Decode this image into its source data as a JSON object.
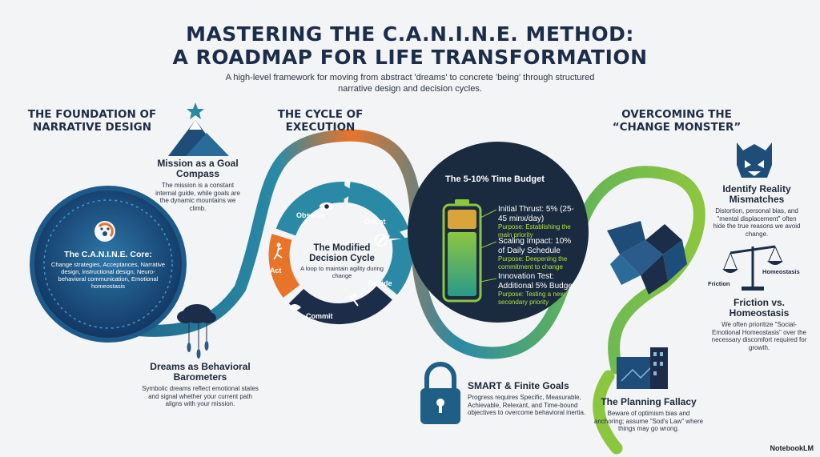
{
  "title": {
    "line1": "MASTERING THE C.A.N.I.N.E. METHOD:",
    "line2": "A ROADMAP FOR LIFE TRANSFORMATION"
  },
  "subtitle": "A high-level framework for moving from abstract 'dreams' to concrete 'being' through structured narrative design and decision cycles.",
  "sections": {
    "foundation": "THE FOUNDATION OF NARRATIVE DESIGN",
    "cycle": "THE CYCLE OF EXECUTION",
    "overcoming": "OVERCOMING THE “CHANGE MONSTER”"
  },
  "foundation": {
    "compass": {
      "title": "Mission as a Goal Compass",
      "text": "The mission is a constant internal guide, while goals are the dynamic mountains we climb."
    },
    "core": {
      "title": "The C.A.N.I.N.E. Core:",
      "text": "Change strategies, Acceptances, Narrative design, instructional design, Neuro-behavioral communication, Emotional homeostasis"
    },
    "dreams": {
      "title": "Dreams as Behavioral Barometers",
      "text": "Symbolic dreams reflect emotional states and signal whether your current path aligns with your mission."
    }
  },
  "cycle": {
    "title": "The Modified Decision Cycle",
    "text": "A loop to maintain agility during change",
    "steps": {
      "observe": "Observe",
      "orient": "Orient",
      "decide": "Decide",
      "commit": "Commit",
      "act": "Act"
    },
    "budget": {
      "title": "The 5-10% Time Budget",
      "items": [
        {
          "head": "Initial Thrust: 5% (25-45 minx/day)",
          "purpose": "Purpose: Establishing the main priority"
        },
        {
          "head": "Scaling Impact: 10% of Daily Schedule",
          "purpose": "Purpose: Deepening the commitment to change"
        },
        {
          "head": "Innovation Test: Additional 5% Budget",
          "purpose": "Purpose: Testing a new secondary priority"
        }
      ]
    },
    "smart": {
      "title": "SMART & Finite Goals",
      "text": "Progress requires Specific, Measurable, Achievable, Relexant, and Time-bound objectives to overcome behavioral inertia."
    }
  },
  "overcoming": {
    "mismatch": {
      "title": "Identify Reality Mismatches",
      "text": "Distortion, personal bias, and \"mental displacement\" often hide the true reasons we avoid change."
    },
    "scale": {
      "left": "Friction",
      "right": "Homeostasis"
    },
    "friction": {
      "title": "Friction vs. Homeostasis",
      "text": "We often prioritize \"Social-Emotional Homeostasis\" over the necessary discomfort required for growth."
    },
    "fallacy": {
      "title": "The Planning Fallacy",
      "text": "Beware of optimism bias and anchoring; assume \"Sod's Law\" where things may go wrong."
    }
  },
  "watermark": "NotebookLM",
  "colors": {
    "navy": "#1c2d4a",
    "teal": "#2a8aa6",
    "orange": "#e8742a",
    "lime": "#8cc63f",
    "dark": "#1a2b3f"
  }
}
